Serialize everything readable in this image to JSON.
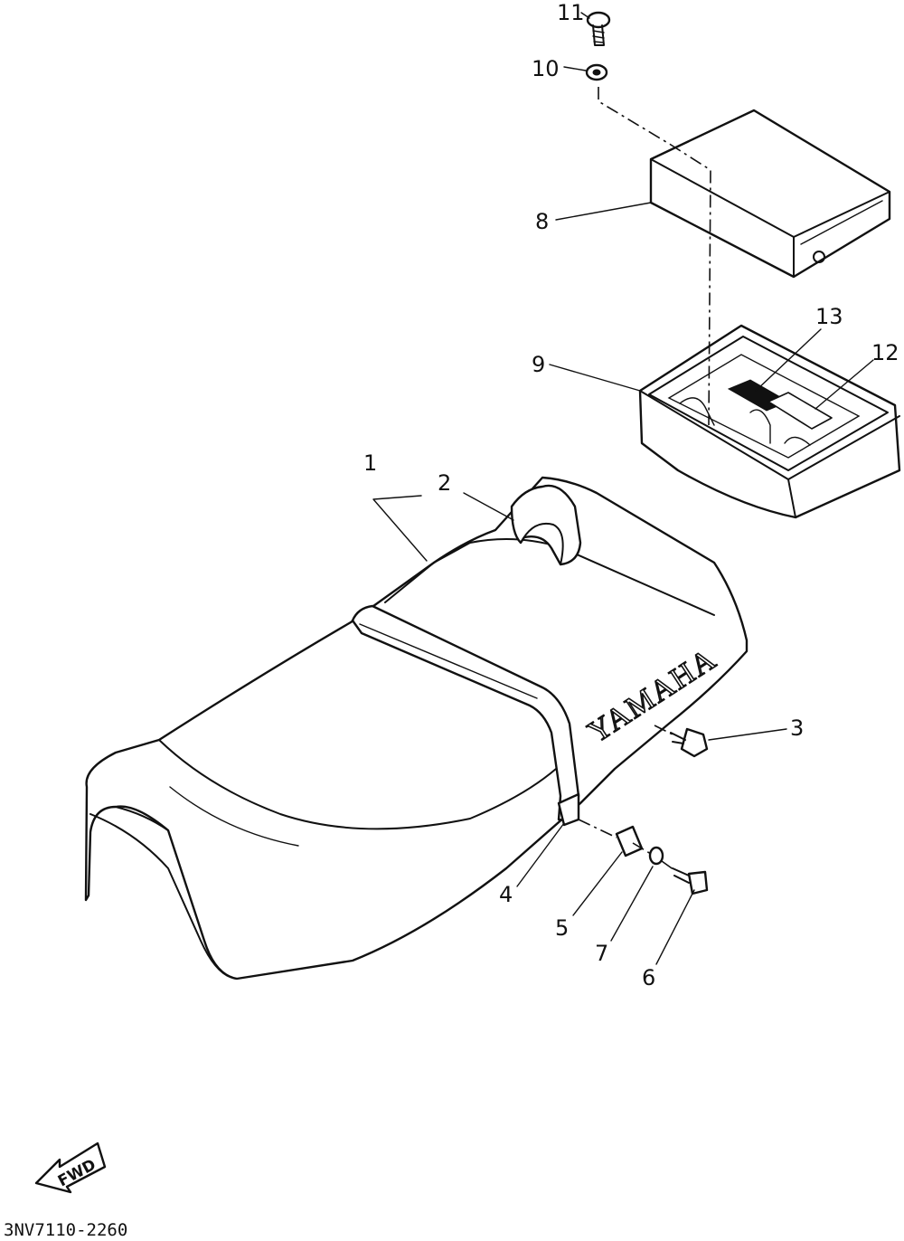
{
  "diagram": {
    "brand_text": "YAMAHA",
    "direction_label": "FWD",
    "drawing_code": "3NV7110-2260",
    "callouts": {
      "c1": "1",
      "c2": "2",
      "c3": "3",
      "c4": "4",
      "c5": "5",
      "c6": "6",
      "c7": "7",
      "c8": "8",
      "c9": "9",
      "c10": "10",
      "c11": "11",
      "c12": "12",
      "c13": "13"
    }
  }
}
